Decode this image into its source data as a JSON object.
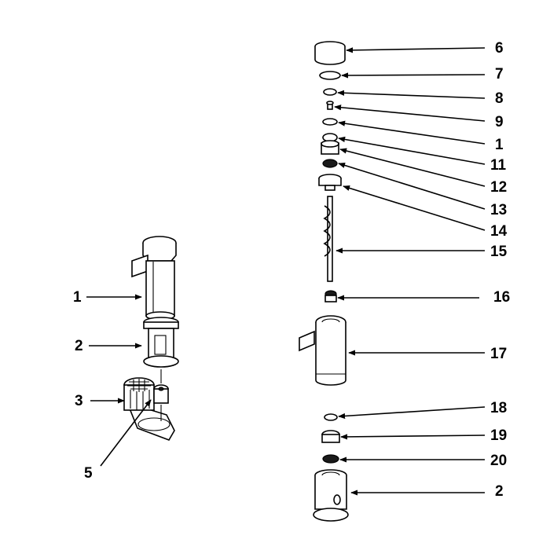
{
  "callouts": {
    "l1": "1",
    "l2": "2",
    "l3": "3",
    "l5": "5",
    "r6": "6",
    "r7": "7",
    "r8": "8",
    "r9": "9",
    "r1": "1",
    "r11": "11",
    "r12": "12",
    "r13": "13",
    "r14": "14",
    "r15": "15",
    "r16": "16",
    "r17": "17",
    "r18": "18",
    "r19": "19",
    "r20": "20",
    "r2": "2"
  }
}
